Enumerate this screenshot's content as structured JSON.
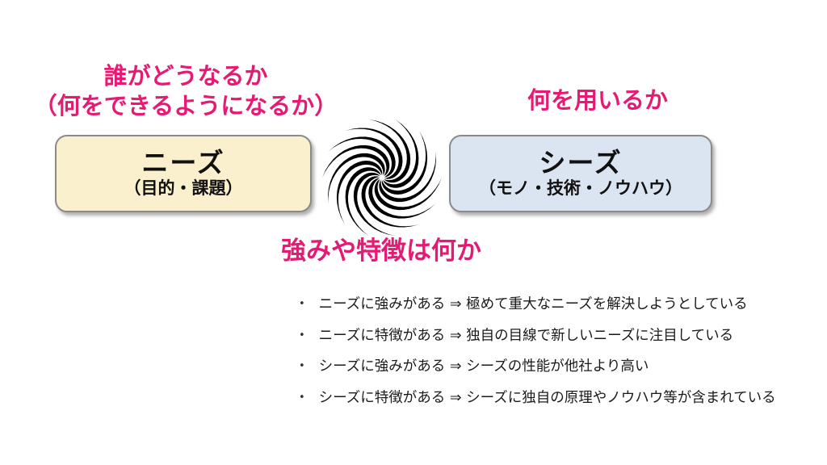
{
  "colors": {
    "accent_pink": "#E61A73",
    "needs_box_bg": "#FBF0CE",
    "seeds_box_bg": "#DBE5F1",
    "box_border": "#8A8A8A",
    "body_text": "#1A1A1A",
    "swirl": "#000000"
  },
  "headings": {
    "needs_question_line1": "誰がどうなるか",
    "needs_question_line2": "（何をできるようになるか）",
    "seeds_question": "何を用いるか",
    "strength_question": "強みや特徴は何か"
  },
  "boxes": {
    "needs": {
      "title": "ニーズ",
      "subtitle": "（目的・課題）"
    },
    "seeds": {
      "title": "シーズ",
      "subtitle": "（モノ・技術・ノウハウ）"
    }
  },
  "icons": {
    "center": "swirl-vortex"
  },
  "list": {
    "bullet_glyph": "•",
    "items": [
      {
        "text": "ニーズに強みがある ⇒ 極めて重大なニーズを解決しようとしている"
      },
      {
        "text": "ニーズに特徴がある ⇒ 独自の目線で新しいニーズに注目している"
      },
      {
        "text": "シーズに強みがある ⇒ シーズの性能が他社より高い"
      },
      {
        "text": "シーズに特徴がある ⇒ シーズに独自の原理やノウハウ等が含まれている"
      }
    ]
  }
}
